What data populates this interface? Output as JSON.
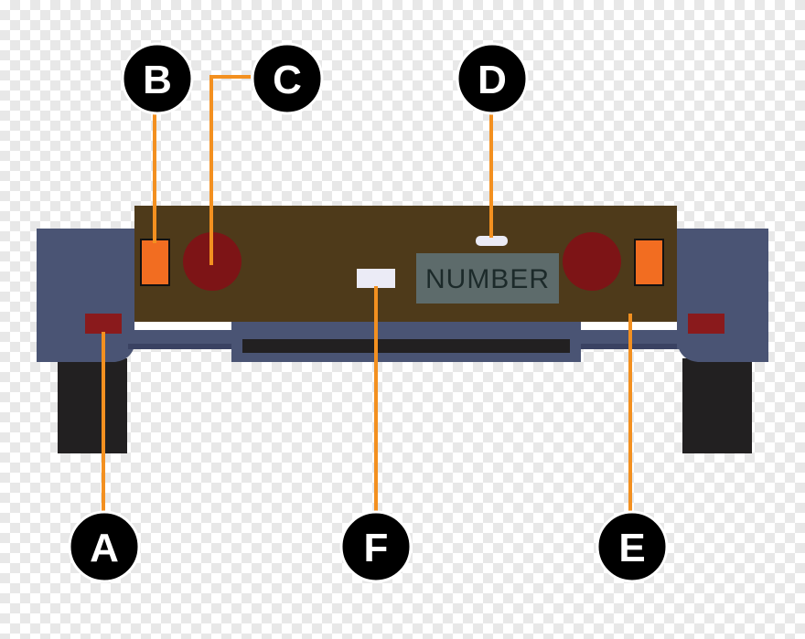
{
  "colors": {
    "body_blue": "#4a5474",
    "panel_brown": "#4e3a1a",
    "tire_black": "#222021",
    "leader_orange": "#f39020",
    "indicator_orange": "#f26d21",
    "brake_red": "#7d1416",
    "reflector_red": "#8a1a1c",
    "plate_grey": "#5d6b6b",
    "plate_text": "#1c2a2a",
    "lamp_white": "#ebebf6",
    "badge_black": "#000000"
  },
  "plate": {
    "text": "NUMBER"
  },
  "labels": {
    "a": "A",
    "b": "B",
    "c": "C",
    "d": "D",
    "e": "E",
    "f": "F"
  },
  "icons": {
    "indicator": "indicator-lamp-icon",
    "brake": "brake-light-icon",
    "reflector": "reflector-icon",
    "plate_lamp": "number-plate-lamp-icon"
  }
}
